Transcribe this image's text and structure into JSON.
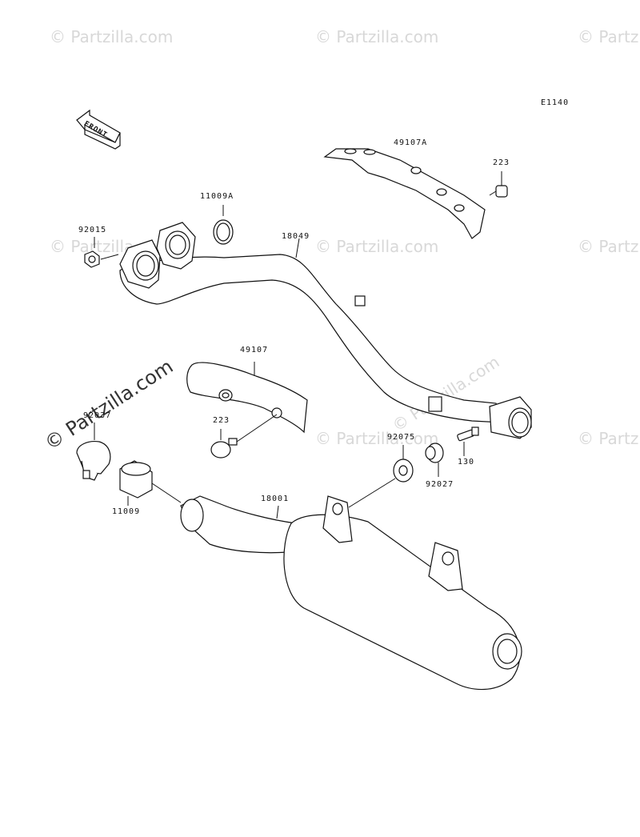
{
  "diagram_code": "E1140",
  "front_label": "FRONT",
  "watermarks": [
    "© Partzilla.com",
    "© Partzilla.com",
    "© Partzilla.com",
    "© Partzilla.com",
    "© Partzilla.com",
    "© Partzilla.com",
    "© Partzilla.com",
    "© Partzilla.com",
    "© Partzilla.com"
  ],
  "watermark_main": "© Partzilla.com",
  "parts": [
    {
      "id": "49107a",
      "number": "49107A"
    },
    {
      "id": "223-top",
      "number": "223"
    },
    {
      "id": "11009a",
      "number": "11009A"
    },
    {
      "id": "92015",
      "number": "92015"
    },
    {
      "id": "18049",
      "number": "18049"
    },
    {
      "id": "49107",
      "number": "49107"
    },
    {
      "id": "92037",
      "number": "92037"
    },
    {
      "id": "223-mid",
      "number": "223"
    },
    {
      "id": "92075",
      "number": "92075"
    },
    {
      "id": "130",
      "number": "130"
    },
    {
      "id": "92027",
      "number": "92027"
    },
    {
      "id": "11009",
      "number": "11009"
    },
    {
      "id": "18001",
      "number": "18001"
    }
  ]
}
